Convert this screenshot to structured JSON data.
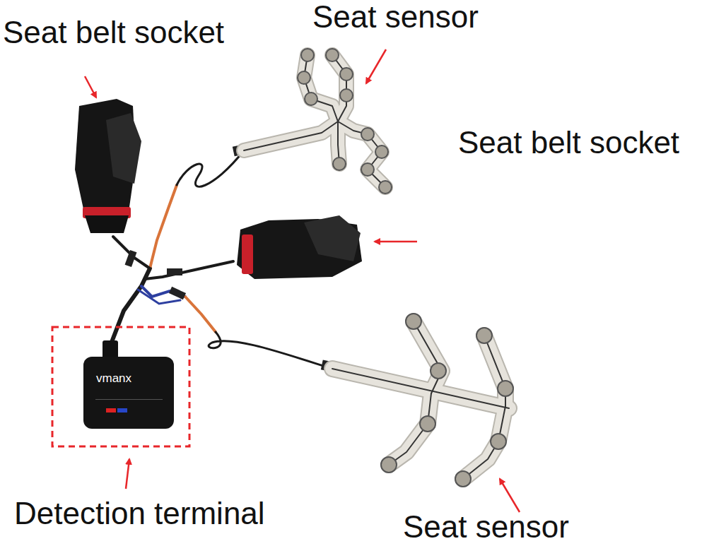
{
  "diagram": {
    "labels": [
      "Seat belt socket",
      "Seat sensor",
      "Seat belt socket",
      "vmanx",
      "Detection terminal",
      "Seat sensor"
    ]
  }
}
